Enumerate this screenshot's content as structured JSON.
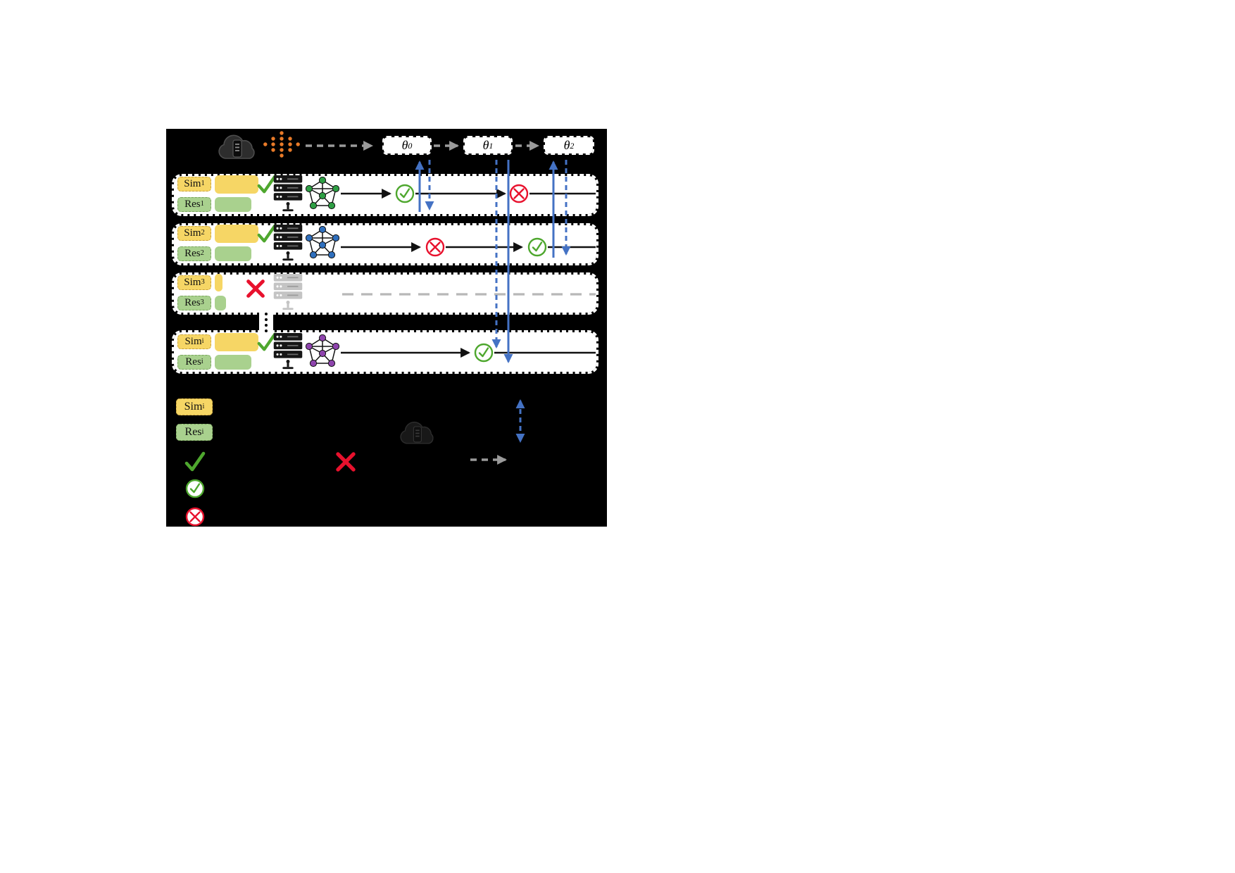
{
  "figure": {
    "top_chain": {
      "theta": [
        {
          "base": "θ",
          "sub": "0"
        },
        {
          "base": "θ",
          "sub": "1"
        },
        {
          "base": "θ",
          "sub": "2"
        }
      ]
    },
    "rows": [
      {
        "sim_base": "Sim",
        "sim_sub": "1",
        "res_base": "Res",
        "res_sub": "1"
      },
      {
        "sim_base": "Sim",
        "sim_sub": "2",
        "res_base": "Res",
        "res_sub": "2"
      },
      {
        "sim_base": "Sim",
        "sim_sub": "3",
        "res_base": "Res",
        "res_sub": "3"
      },
      {
        "sim_base": "Sim",
        "sim_sub": "i",
        "res_base": "Res",
        "res_sub": "i"
      }
    ],
    "legend": {
      "sim_base": "Sim",
      "sim_sub": "i",
      "res_base": "Res",
      "res_sub": "i"
    },
    "colors": {
      "background": "#000000",
      "sim_yellow": "#f6d665",
      "res_green": "#a9d18e",
      "check_green": "#4ea72e",
      "cross_red": "#e8112d",
      "arrow_blue": "#4472c4",
      "dashed_gray": "#9a9a9a",
      "nn_row1": "#2e9e44",
      "nn_row2": "#2f6fbd",
      "nn_rowi": "#8e44ad",
      "data_dots_orange": "#e87a28"
    }
  }
}
